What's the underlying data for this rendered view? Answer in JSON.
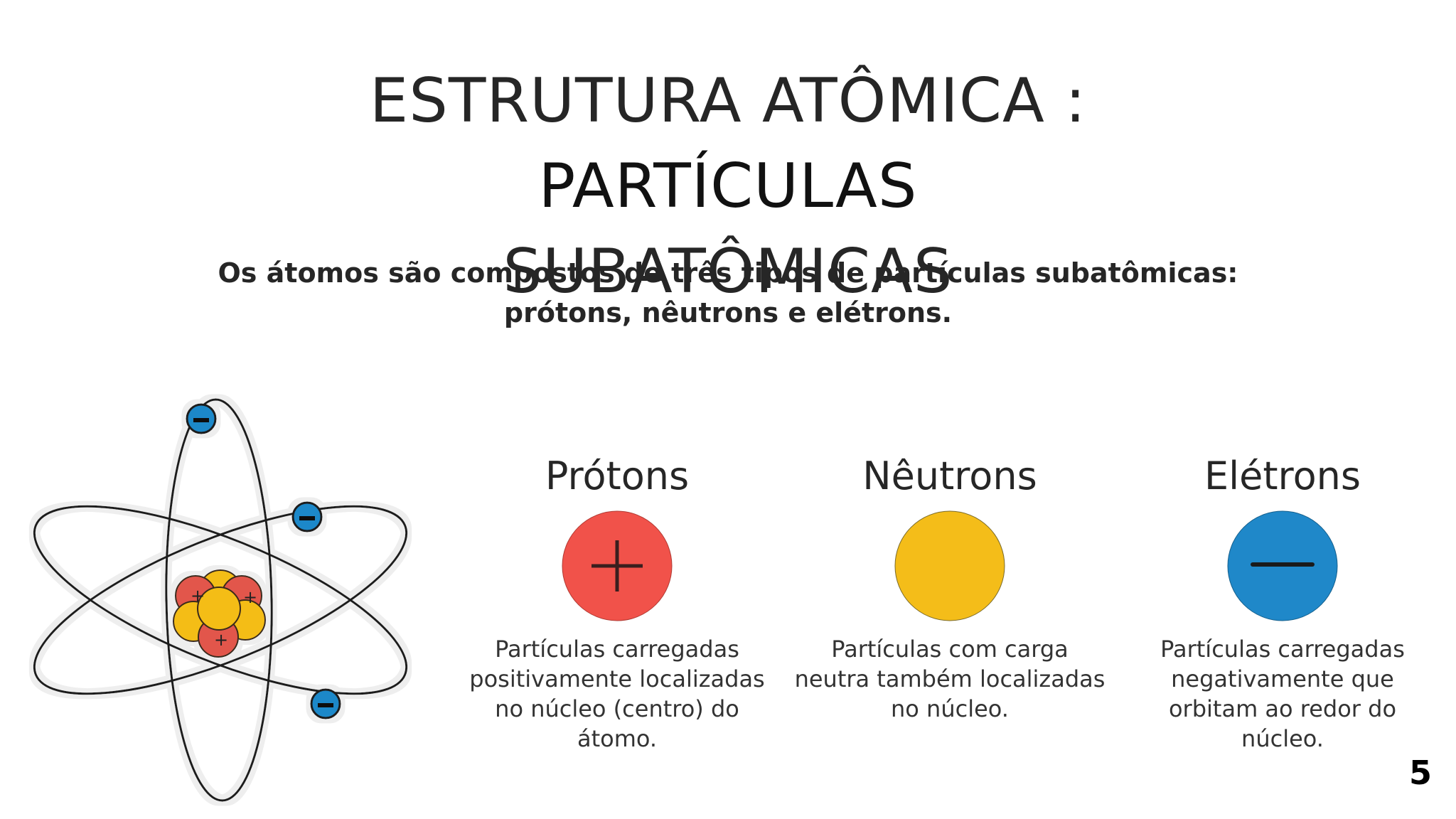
{
  "slide": {
    "title_line1": "ESTRUTURA ATÔMICA :",
    "title_line2": "PARTÍCULAS",
    "title_line3": "SUBATÔMICAS",
    "subtitle_line1": "Os átomos são compostos de três tipos de partículas subatômicas:",
    "subtitle_line2": "prótons, nêutrons e elétrons.",
    "page_number": "5"
  },
  "particles": [
    {
      "name": "Prótons",
      "description": "Partículas carregadas positivamente localizadas no núcleo (centro) do átomo.",
      "color": "#f1524a",
      "icon": "plus-icon"
    },
    {
      "name": "Nêutrons",
      "description": "Partículas com carga neutra também localizadas no núcleo.",
      "color": "#f4bd19",
      "icon": "blank-circle-icon"
    },
    {
      "name": "Elétrons",
      "description": "Partículas carregadas negativamente que orbitam ao redor do núcleo.",
      "color": "#1f88c9",
      "icon": "minus-icon"
    }
  ],
  "atom_illustration": {
    "proton_color": "#e2574c",
    "neutron_color": "#f4bd19",
    "electron_color": "#1f88c9",
    "orbit_color": "#1a1a1a",
    "proton_sign": "+",
    "electron_sign": "–"
  }
}
